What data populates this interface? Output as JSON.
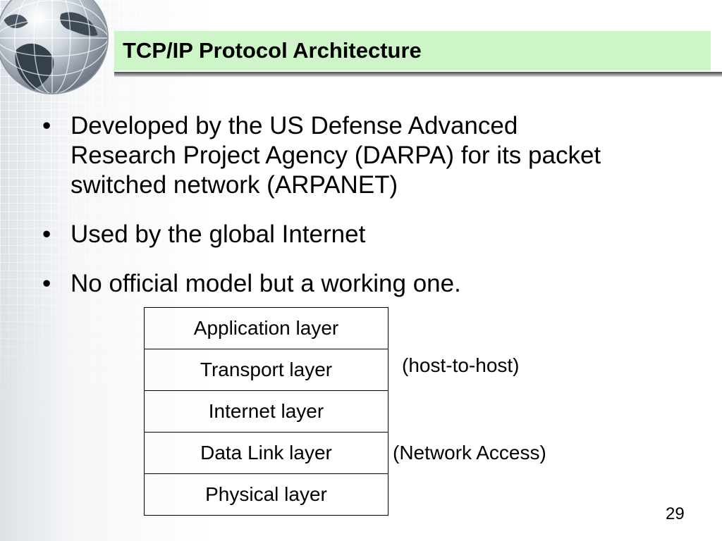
{
  "slide": {
    "title": "TCP/IP Protocol Architecture",
    "bullets": [
      {
        "lines": [
          "Developed by the US Defense Advanced",
          "Research Project Agency (DARPA) for its packet",
          "switched network (ARPANET)"
        ]
      },
      {
        "text": "Used by the global Internet"
      },
      {
        "text": "No official model but a working one."
      }
    ],
    "bullet_glyph": "•",
    "layers": [
      "Application layer",
      "Transport layer",
      "Internet layer",
      "Data Link layer",
      "Physical layer"
    ],
    "notes": {
      "host_to_host": "(host-to-host)",
      "network_access": "(Network Access)"
    },
    "page_number": "29"
  },
  "decor": {
    "icon": "globe-icon",
    "title_bar_color": "#cdf5c8"
  }
}
